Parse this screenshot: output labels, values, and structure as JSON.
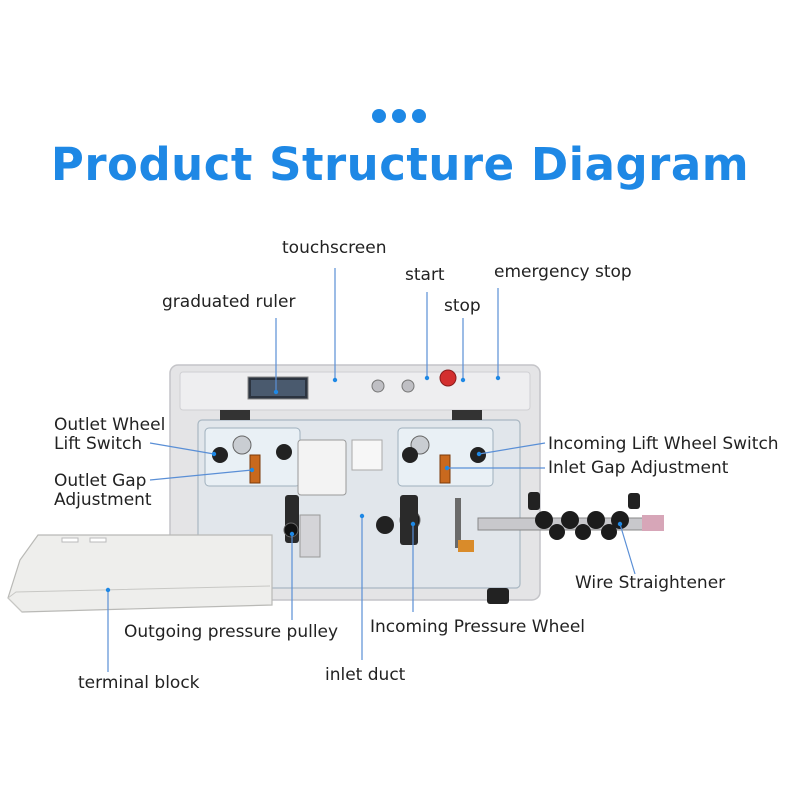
{
  "header": {
    "title": "Product Structure Diagram"
  },
  "colors": {
    "accent": "#1e88e5",
    "leader": "#5a8fd6",
    "machine_body": "#e4e4e6",
    "label_text": "#222222",
    "emergency": "#d32f2f"
  },
  "labels": {
    "touchscreen": "touchscreen",
    "start": "start",
    "emergency_stop": "emergency stop",
    "graduated_ruler": "graduated ruler",
    "stop": "stop",
    "outlet_wheel_lift_switch_1": "Outlet Wheel",
    "outlet_wheel_lift_switch_2": "Lift Switch",
    "outlet_gap_adjustment_1": "Outlet Gap",
    "outlet_gap_adjustment_2": "Adjustment",
    "incoming_lift_wheel_switch": "Incoming Lift Wheel Switch",
    "inlet_gap_adjustment": "Inlet Gap Adjustment",
    "wire_straightener": "Wire Straightener",
    "outgoing_pressure_pulley": "Outgoing pressure pulley",
    "incoming_pressure_wheel": "Incoming Pressure Wheel",
    "terminal_block": "terminal block",
    "inlet_duct": "inlet duct"
  }
}
